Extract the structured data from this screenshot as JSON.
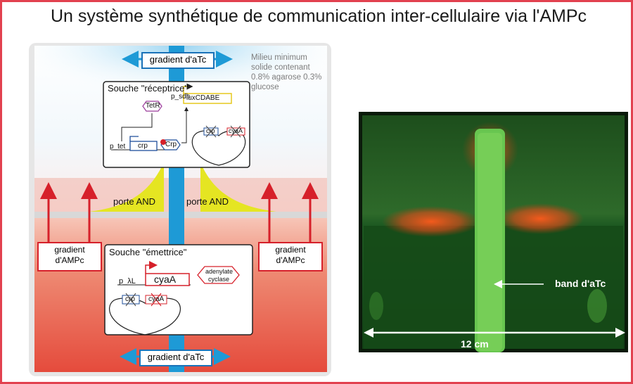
{
  "title": "Un système synthétique de communication inter-cellulaire via l'AMPc",
  "diagram": {
    "atc_gradient_top": "gradient d'aTc",
    "atc_gradient_bottom": "gradient d'aTc",
    "medium_text": [
      "Milieu minimum",
      "solide contenant",
      "0.8% agarose 0.3%",
      "glucose"
    ],
    "receiver": {
      "title": "Souche \"réceptrice\"",
      "p_sdh": "p_sdh",
      "luxCDABE": "luxCDABE",
      "TetR": "TetR",
      "p_tet": "p_tet",
      "crp": "crp",
      "crp_protein": "Crp",
      "plasmid_crp": "crp",
      "plasmid_cyaA": "cyaA"
    },
    "and_gate_left": "porte AND",
    "and_gate_right": "porte AND",
    "camp_gradient_left": [
      "gradient",
      "d'AMPc"
    ],
    "camp_gradient_right": [
      "gradient",
      "d'AMPc"
    ],
    "emitter": {
      "title": "Souche \"émettrice\"",
      "p_lambdaL": "p_λL",
      "cyaA": "cyaA",
      "adenylate": [
        "adenylate",
        "cyclase"
      ],
      "plasmid_crp": "crp",
      "plasmid_cyaA": "cyaA"
    }
  },
  "photo": {
    "band_label": "band d'aTc",
    "scale_label": "12 cm"
  },
  "colors": {
    "frame": "#e2414f",
    "atc_blue": "#1e9ad6",
    "camp_red": "#d6202a",
    "and_yellow": "#e0e020"
  }
}
